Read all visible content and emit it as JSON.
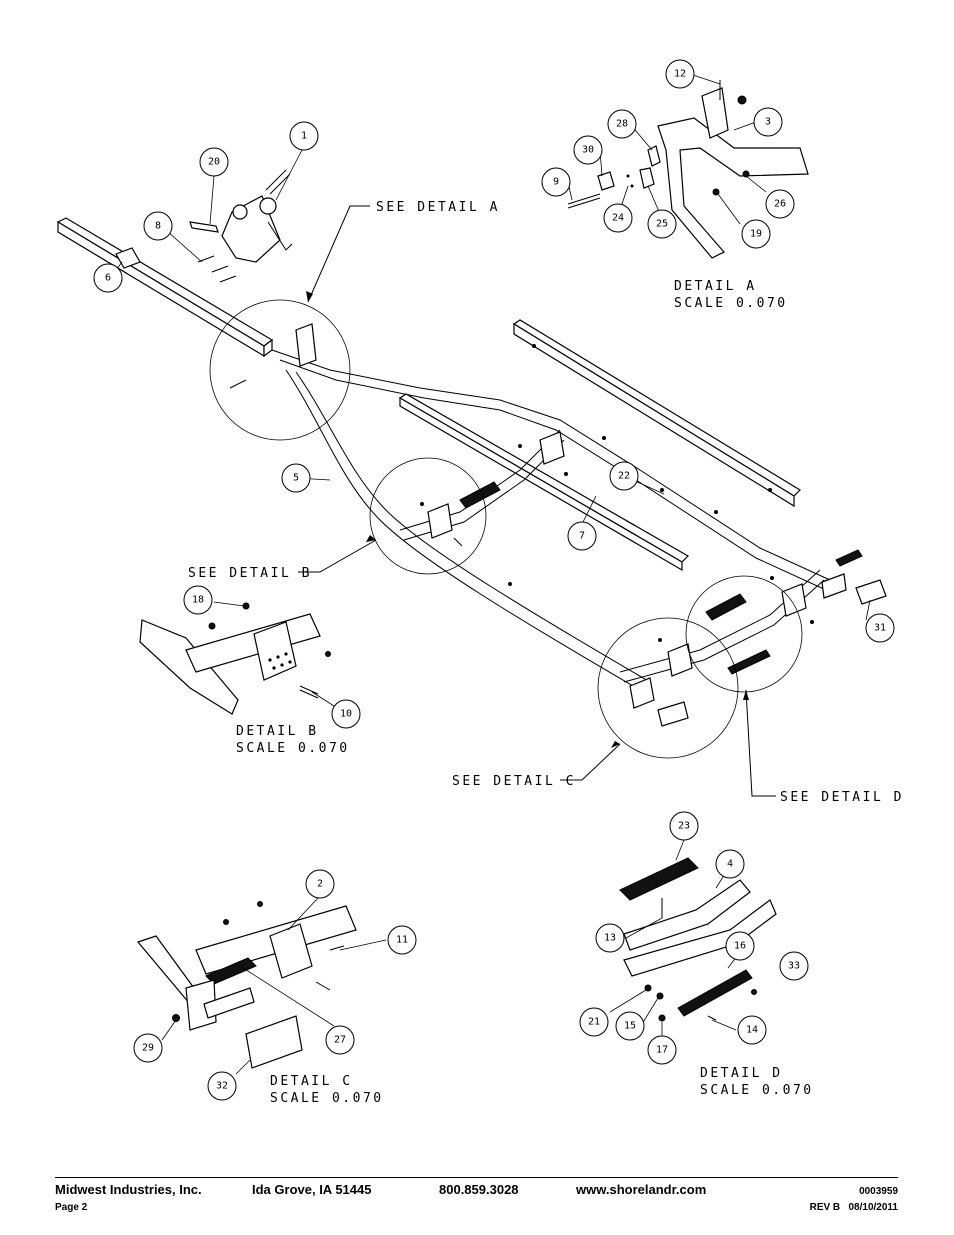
{
  "callouts": [
    {
      "id": "c1",
      "text": "1"
    },
    {
      "id": "c2",
      "text": "2"
    },
    {
      "id": "c3",
      "text": "3"
    },
    {
      "id": "c4",
      "text": "4"
    },
    {
      "id": "c5",
      "text": "5"
    },
    {
      "id": "c6",
      "text": "6"
    },
    {
      "id": "c7",
      "text": "7"
    },
    {
      "id": "c8",
      "text": "8"
    },
    {
      "id": "c9",
      "text": "9"
    },
    {
      "id": "c10",
      "text": "10"
    },
    {
      "id": "c11",
      "text": "11"
    },
    {
      "id": "c12",
      "text": "12"
    },
    {
      "id": "c13",
      "text": "13"
    },
    {
      "id": "c14",
      "text": "14"
    },
    {
      "id": "c15",
      "text": "15"
    },
    {
      "id": "c16",
      "text": "16"
    },
    {
      "id": "c17",
      "text": "17"
    },
    {
      "id": "c18",
      "text": "18"
    },
    {
      "id": "c19",
      "text": "19"
    },
    {
      "id": "c20",
      "text": "20"
    },
    {
      "id": "c21",
      "text": "21"
    },
    {
      "id": "c22",
      "text": "22"
    },
    {
      "id": "c23",
      "text": "23"
    },
    {
      "id": "c24",
      "text": "24"
    },
    {
      "id": "c25",
      "text": "25"
    },
    {
      "id": "c26",
      "text": "26"
    },
    {
      "id": "c27",
      "text": "27"
    },
    {
      "id": "c28",
      "text": "28"
    },
    {
      "id": "c29",
      "text": "29"
    },
    {
      "id": "c30",
      "text": "30"
    },
    {
      "id": "c31",
      "text": "31"
    },
    {
      "id": "c32",
      "text": "32"
    },
    {
      "id": "c33",
      "text": "33"
    }
  ],
  "labels": {
    "see_a": "SEE DETAIL A",
    "see_b": "SEE DETAIL B",
    "see_c": "SEE DETAIL C",
    "see_d": "SEE DETAIL D",
    "detail_a": "DETAIL A",
    "detail_b": "DETAIL B",
    "detail_c": "DETAIL C",
    "detail_d": "DETAIL D",
    "scale": "SCALE 0.070"
  },
  "footer": {
    "company": "Midwest Industries, Inc.",
    "city": "Ida Grove, IA  51445",
    "phone": "800.859.3028",
    "website": "www.shorelandr.com",
    "doc_number": "0003959",
    "page": "Page 2",
    "revision": "REV B   08/10/2011"
  }
}
